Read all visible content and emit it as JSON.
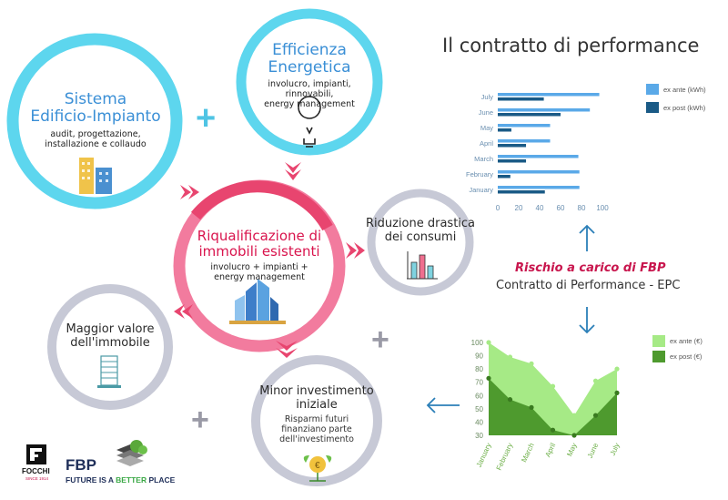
{
  "main_title": "Il contratto di performance",
  "nodes": {
    "sistema": {
      "title1": "Sistema",
      "title2": "Edificio-Impianto",
      "sub1": "audit, progettazione,",
      "sub2": "installazione e collaudo"
    },
    "efficienza": {
      "title1": "Efficienza",
      "title2": "Energetica",
      "sub1": "involucro, impianti,",
      "sub2": "rinnovabili,",
      "sub3": "energy management"
    },
    "riqualificazione": {
      "title1": "Riqualificazione di",
      "title2": "immobili esistenti",
      "sub1": "involucro + impianti +",
      "sub2": "energy management"
    },
    "riduzione": {
      "title1": "Riduzione drastica",
      "title2": "dei consumi"
    },
    "maggior": {
      "title1": "Maggior valore",
      "title2": "dell'immobile"
    },
    "minor": {
      "title1": "Minor investimento",
      "title2": "iniziale",
      "sub1": "Risparmi futuri",
      "sub2": "finanziano parte",
      "sub3": "dell'investimento"
    }
  },
  "plus_symbol": "+",
  "risk": {
    "line1": "Rischio a carico di FBP",
    "line2": "Contratto di Performance - EPC"
  },
  "logos": {
    "focchi_name": "FOCCHI",
    "focchi_since": "SINCE 1914",
    "fbp_name": "FBP",
    "fbp_tagline_a": "FUTURE IS A ",
    "fbp_tagline_b": "BETTER",
    "fbp_tagline_c": " PLACE"
  },
  "colors": {
    "cyan": "#4fd0ea",
    "pink": "#ea4f7c",
    "grey": "#c7c9d6",
    "blue_light": "#5aa9e8",
    "blue_dark": "#1a5a86",
    "green_light": "#9be07a",
    "green_dark": "#4e9a2e"
  },
  "chart_data": [
    {
      "type": "bar",
      "orientation": "horizontal",
      "categories": [
        "July",
        "June",
        "May",
        "April",
        "March",
        "February",
        "January"
      ],
      "series": [
        {
          "name": "ex ante (kWh)",
          "values": [
            97,
            88,
            50,
            50,
            77,
            78,
            78
          ]
        },
        {
          "name": "ex post (kWh)",
          "values": [
            44,
            60,
            13,
            27,
            27,
            12,
            45
          ]
        }
      ],
      "xlim": [
        0,
        100
      ],
      "xticks": [
        "0",
        "20",
        "40",
        "60",
        "80",
        "100"
      ],
      "legend": "top-right"
    },
    {
      "type": "area",
      "categories": [
        "January",
        "February",
        "March",
        "April",
        "May",
        "June",
        "July"
      ],
      "series": [
        {
          "name": "ex ante (€)",
          "values": [
            100,
            89,
            84,
            67,
            45,
            71,
            80
          ]
        },
        {
          "name": "ex post (€)",
          "values": [
            73,
            57,
            51,
            34,
            30,
            45,
            62
          ]
        }
      ],
      "ylim": [
        30,
        100
      ],
      "yticks": [
        "100",
        "90",
        "80",
        "70",
        "60",
        "50",
        "40",
        "30"
      ],
      "legend": "top-right"
    }
  ]
}
